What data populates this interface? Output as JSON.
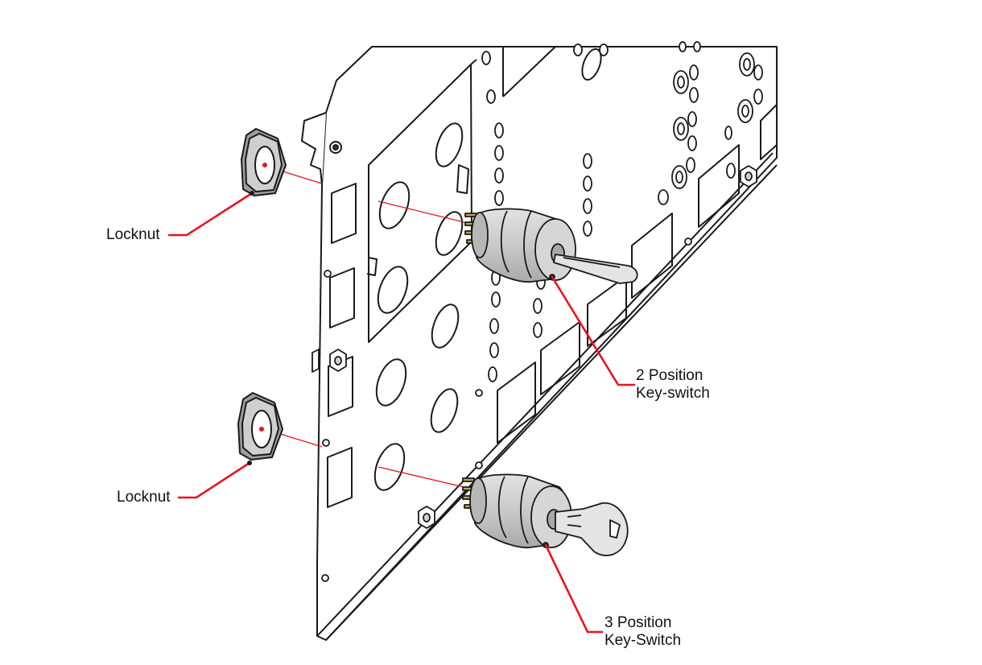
{
  "diagram": {
    "callouts": {
      "locknut_top": "Locknut",
      "locknut_bottom": "Locknut",
      "key_switch_2pos": {
        "line1": "2 Position",
        "line2": "Key-switch"
      },
      "key_switch_3pos": {
        "line1": "3 Position",
        "line2": "Key-Switch"
      }
    },
    "colors": {
      "leader": "#e8141b",
      "outline": "#1a1a1a",
      "part_fill": "#cfcfcf",
      "panel_fill": "#ffffff"
    }
  }
}
